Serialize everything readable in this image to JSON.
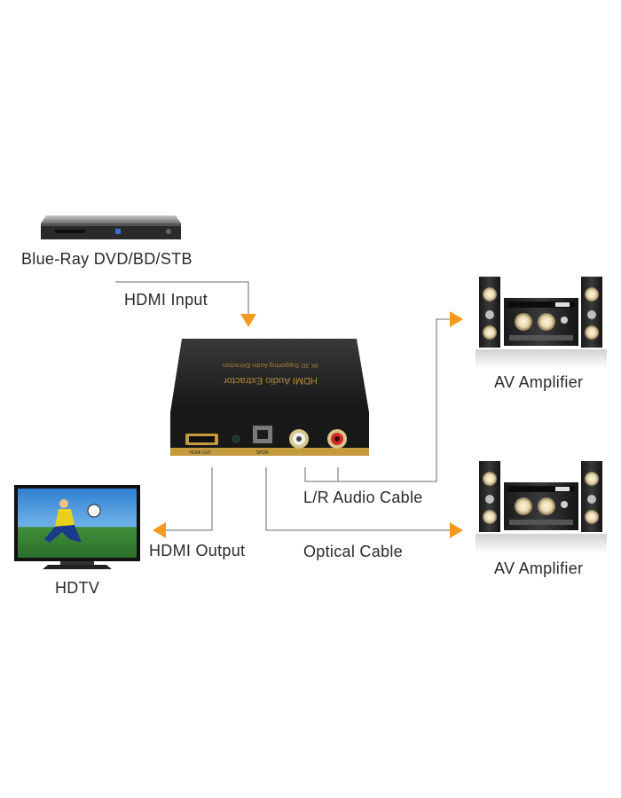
{
  "diagram": {
    "source_label": "Blue-Ray DVD/BD/STB",
    "hdmi_input_label": "HDMI Input",
    "hdmi_output_label": "HDMI Output",
    "lr_audio_label": "L/R Audio Cable",
    "optical_label": "Optical Cable",
    "amplifier_top_label": "AV Amplifier",
    "amplifier_bottom_label": "AV Amplifier",
    "tv_label": "HDTV",
    "device": {
      "title": "HDMI Audio Extractor",
      "subtitle": "4K 3D Supporting Audio Extraction",
      "hdmi_out_port": "HDMI OUT",
      "spdif_port": "SPDIF"
    }
  },
  "colors": {
    "arrow": "#f39a1e",
    "line": "#8a8a8a",
    "device_body": "#1c1c1c",
    "device_gold": "#c49a3c"
  }
}
